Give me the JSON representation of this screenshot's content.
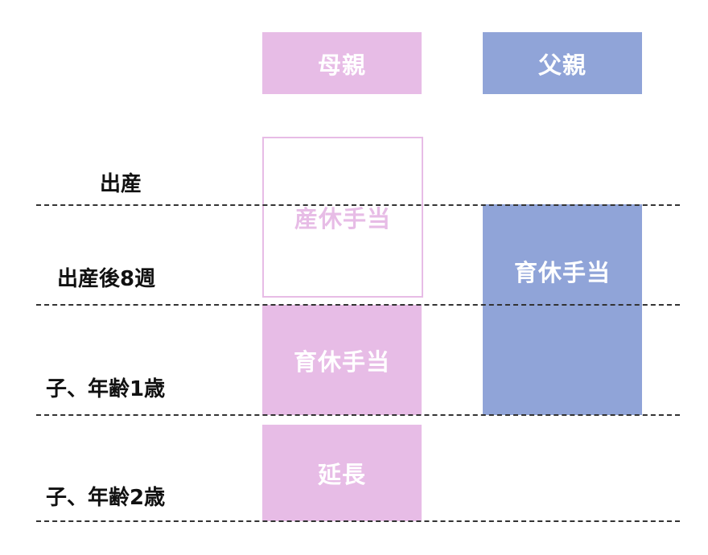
{
  "columns": {
    "mother": "母親",
    "father": "父親"
  },
  "rows": {
    "birth": "出産",
    "after_8_weeks": "出産後8週",
    "age_1": "子、年齢1歳",
    "age_2": "子、年齢2歳"
  },
  "blocks": {
    "maternity_allowance": "産休手当",
    "mother_childcare_allowance": "育休手当",
    "father_childcare_allowance": "育休手当",
    "extension": "延長"
  },
  "colors": {
    "mother": "#e7bce6",
    "father": "#90a4d8"
  }
}
